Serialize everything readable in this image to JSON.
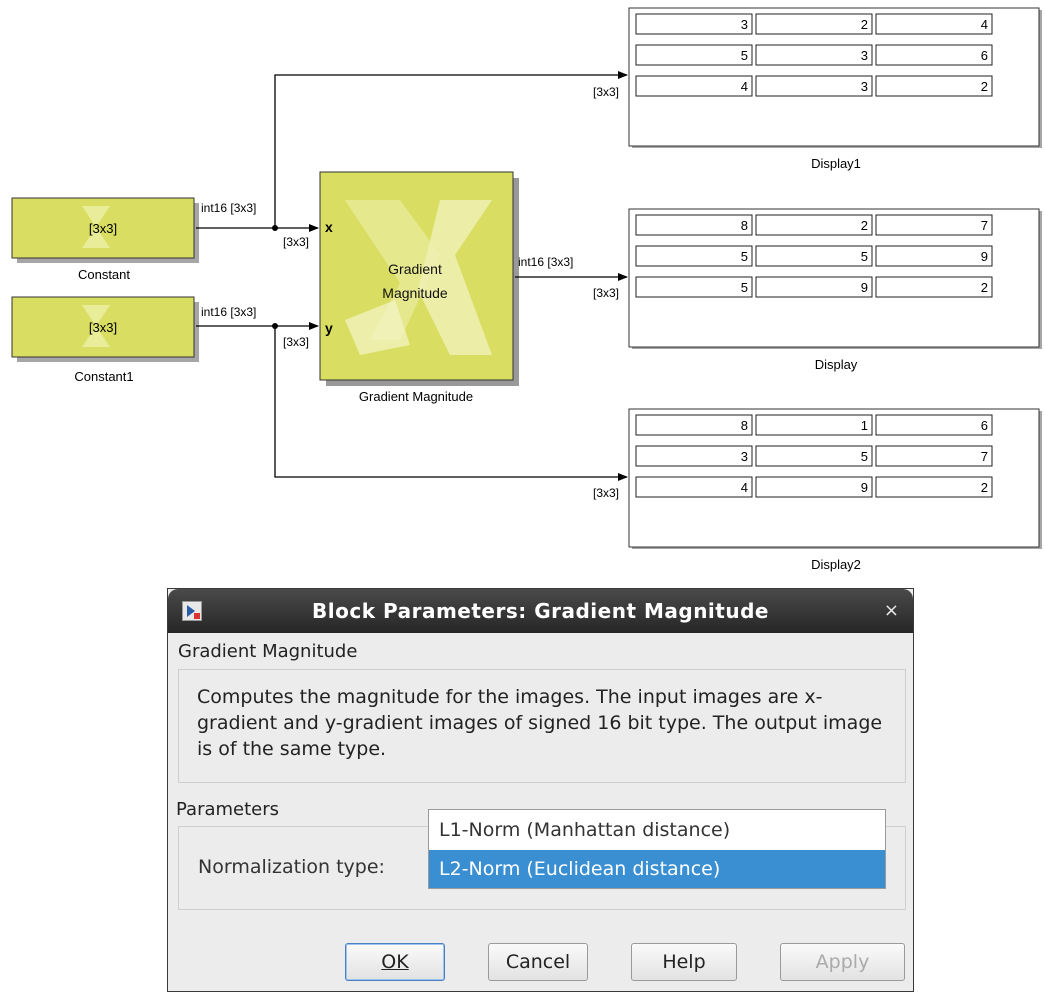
{
  "blocks": {
    "constant": {
      "value": "[3x3]",
      "name": "Constant"
    },
    "constant1": {
      "value": "[3x3]",
      "name": "Constant1"
    },
    "gradient": {
      "text_line1": "Gradient",
      "text_line2": "Magnitude",
      "name": "Gradient Magnitude",
      "port_x": "x",
      "port_y": "y"
    },
    "display1": {
      "name": "Display1",
      "values": [
        [
          "3",
          "2",
          "4"
        ],
        [
          "5",
          "3",
          "6"
        ],
        [
          "4",
          "3",
          "2"
        ]
      ]
    },
    "display": {
      "name": "Display",
      "values": [
        [
          "8",
          "2",
          "7"
        ],
        [
          "5",
          "5",
          "9"
        ],
        [
          "5",
          "9",
          "2"
        ]
      ]
    },
    "display2": {
      "name": "Display2",
      "values": [
        [
          "8",
          "1",
          "6"
        ],
        [
          "3",
          "5",
          "7"
        ],
        [
          "4",
          "9",
          "2"
        ]
      ]
    }
  },
  "signals": {
    "const_out": "int16 [3x3]",
    "const1_out": "int16 [3x3]",
    "grad_out": "int16 [3x3]",
    "port_in": "[3x3]"
  },
  "dialog": {
    "title": "Block Parameters: Gradient Magnitude",
    "close": "×",
    "section_title": "Gradient Magnitude",
    "description": "Computes the magnitude for the images. The input images are x-gradient and y-gradient images of signed 16 bit type. The output image is of the same type.",
    "parameters_label": "Parameters",
    "normalization_label": "Normalization type:",
    "options": [
      "L1-Norm (Manhattan distance)",
      "L2-Norm (Euclidean distance)"
    ],
    "selected": "L2-Norm (Euclidean distance)",
    "buttons": {
      "ok": "OK",
      "cancel": "Cancel",
      "help": "Help",
      "apply": "Apply"
    }
  },
  "colors": {
    "block_fill": "#d9de62",
    "selection": "#3a8fd3"
  }
}
